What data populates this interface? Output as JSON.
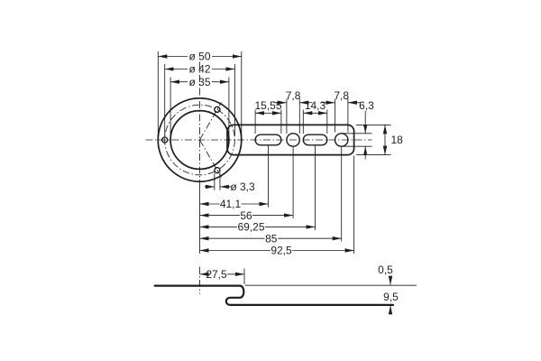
{
  "drawing": {
    "type": "technical-dimension-drawing",
    "colors": {
      "line": "#1d1d1b",
      "background": "#ffffff"
    },
    "top_view": {
      "outer_diameter": "ø 50",
      "bolt_circle_diameter": "ø 42",
      "inner_diameter": "ø 35",
      "mounting_hole_diameter": "ø 3,3",
      "slot1_length": "15,55",
      "hole1_diameter": "7,8",
      "slot2_length": "14,3",
      "hole2_diameter": "7,8",
      "slot_end_width": "6,3",
      "arm_height": "18",
      "chain": [
        "41,1",
        "56",
        "69,25",
        "85",
        "92,5"
      ]
    },
    "side_view": {
      "center_to_bend": "27,5",
      "material_thickness": "0,5",
      "bracket_height": "9,5"
    }
  }
}
